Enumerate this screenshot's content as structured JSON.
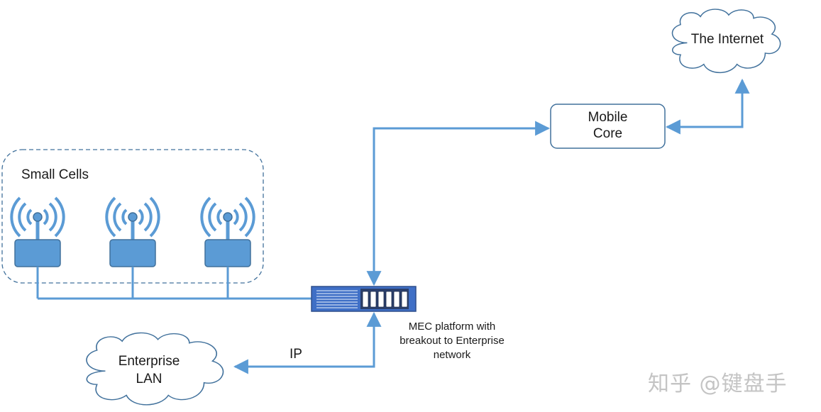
{
  "nodes": {
    "internet": "The Internet",
    "mobile_core": "Mobile\nCore",
    "small_cells": "Small Cells",
    "mec": "MEC platform with\nbreakout to Enterprise\nnetwork",
    "enterprise_lan": "Enterprise\nLAN"
  },
  "edges": {
    "ip_label": "IP"
  },
  "watermark": "知乎 @键盘手",
  "colors": {
    "line": "#5b9bd5",
    "device_fill": "#5b9bd5",
    "device_stroke": "#41719c",
    "cloud_stroke": "#41719c",
    "server_fill": "#3f6fc6",
    "watermark": "#c4c4c4"
  }
}
